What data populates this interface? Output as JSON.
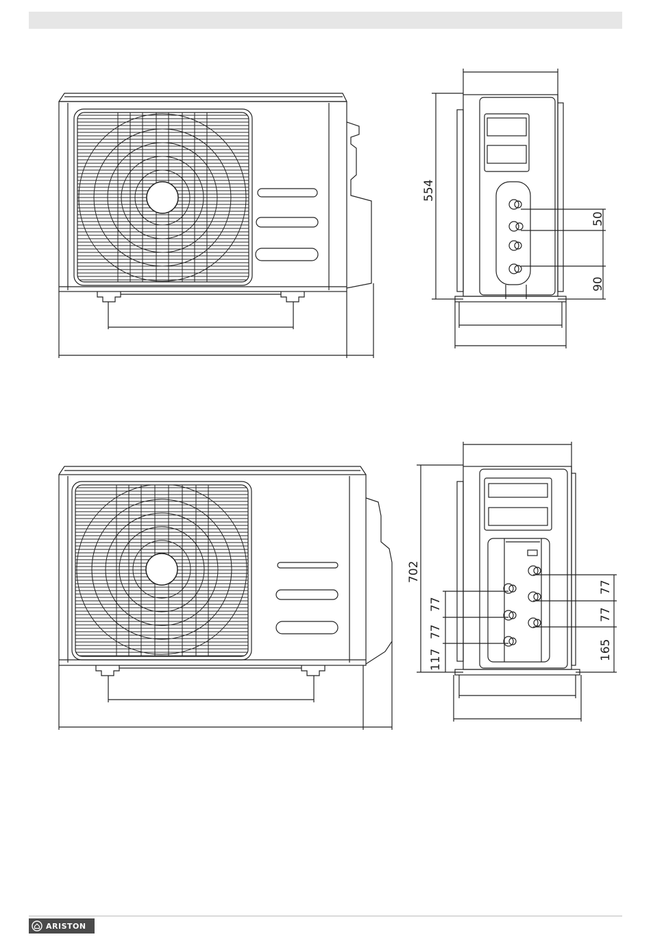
{
  "brand": {
    "logo_text": "ARISTON"
  },
  "dimensions": {
    "unit1_height": "554",
    "unit1_pipe_spacing": "50",
    "unit1_pipe_bottom": "90",
    "unit2_height": "702",
    "unit2_left_spacing_upper": "77",
    "unit2_left_spacing_lower": "77",
    "unit2_left_bottom": "117",
    "unit2_right_spacing_upper": "77",
    "unit2_right_spacing_lower": "77",
    "unit2_right_bottom": "165"
  }
}
